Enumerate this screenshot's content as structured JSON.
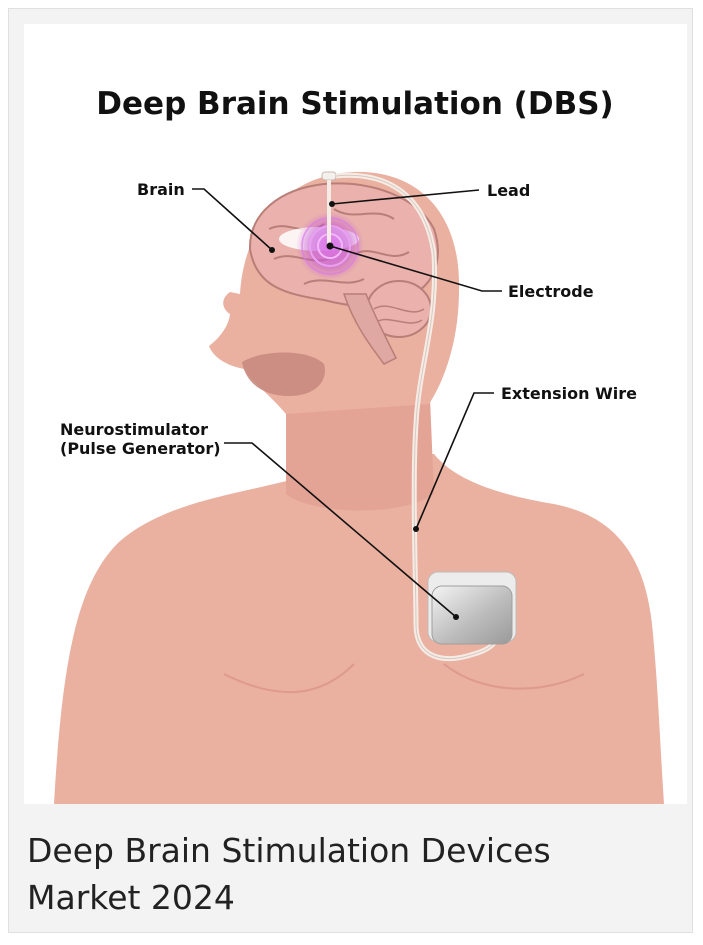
{
  "diagram": {
    "title": "Deep Brain Stimulation (DBS)",
    "labels": {
      "brain": "Brain",
      "lead": "Lead",
      "electrode": "Electrode",
      "extension_wire": "Extension Wire",
      "neurostimulator_line1": "Neurostimulator",
      "neurostimulator_line2": "(Pulse Generator)"
    },
    "colors": {
      "skin": "#e8aa98",
      "skin_shadow": "#d9968a",
      "brain": "#e8b2ad",
      "brain_outline": "#b97e78",
      "stimulation": "#c04fd6",
      "wire": "#f5ece6",
      "device": "#d9d9d9"
    }
  },
  "caption": "Deep Brain Stimulation Devices Market 2024"
}
